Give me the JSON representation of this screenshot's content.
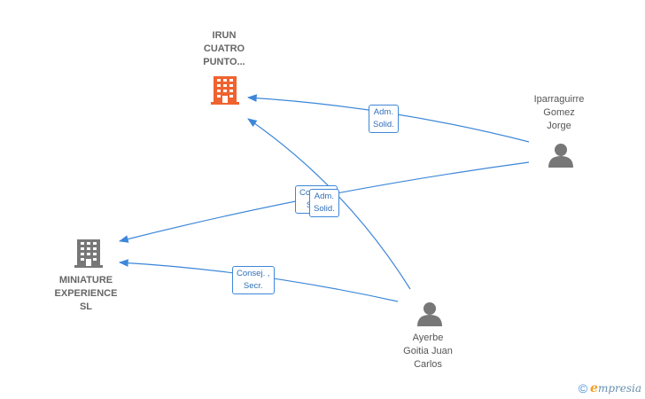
{
  "nodes": {
    "irun": {
      "lines": [
        "IRUN",
        "CUATRO",
        "PUNTO..."
      ],
      "icon": "building-icon",
      "color": "#f0622e"
    },
    "miniature": {
      "lines": [
        "MINIATURE",
        "EXPERIENCE",
        "SL"
      ],
      "icon": "building-icon",
      "color": "#777777"
    },
    "iparraguirre": {
      "lines": [
        "Iparraguirre",
        "Gomez",
        "Jorge"
      ],
      "icon": "person-icon",
      "color": "#777777"
    },
    "ayerbe": {
      "lines": [
        "Ayerbe",
        "Goitia Juan",
        "Carlos"
      ],
      "icon": "person-icon",
      "color": "#777777"
    }
  },
  "edge_labels": {
    "iparraguirre_irun": [
      "Adm.",
      "Solid."
    ],
    "iparraguirre_miniature": [
      "Consej. ,",
      "Secr."
    ],
    "ayerbe_irun": [
      "Adm.",
      "Solid."
    ],
    "ayerbe_miniature": [
      "Consej. ,",
      "Secr."
    ]
  },
  "footer": {
    "copyright": "©",
    "brand_first": "e",
    "brand_rest": "mpresia"
  },
  "colors": {
    "edge": "#3d87d8",
    "company_main": "#f0622e",
    "neutral": "#777777"
  }
}
